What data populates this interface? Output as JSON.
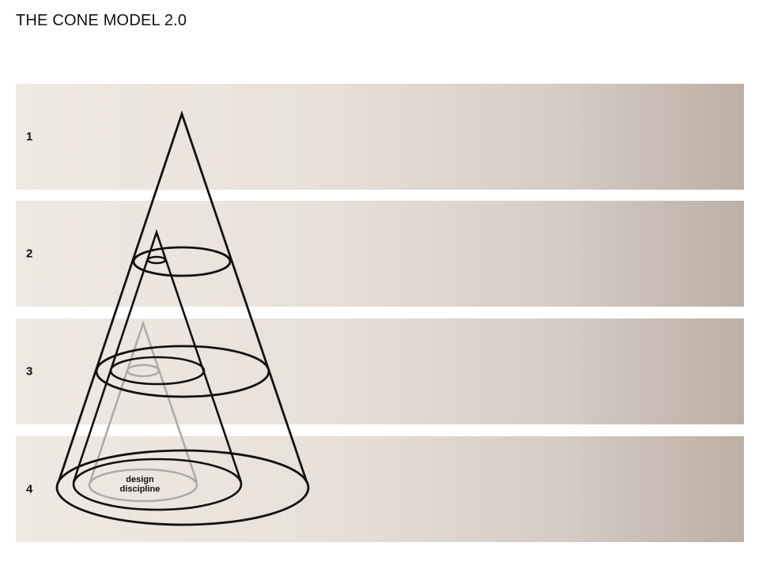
{
  "page": {
    "title": "THE CONE MODEL 2.0"
  },
  "levels": [
    {
      "label": "1"
    },
    {
      "label": "2"
    },
    {
      "label": "3"
    },
    {
      "label": "4"
    }
  ],
  "cones": [
    {
      "name": "outer-cone",
      "color": "#111111"
    },
    {
      "name": "middle-cone",
      "color": "#111111"
    },
    {
      "name": "inner-cone",
      "color": "#aaaaaa",
      "label_line1": "design",
      "label_line2": "discipline"
    }
  ],
  "colors": {
    "band_light": "#efe9e4",
    "band_dark": "#bcafa5",
    "stroke_dark": "#111111",
    "stroke_gray": "#aaaaaa"
  }
}
